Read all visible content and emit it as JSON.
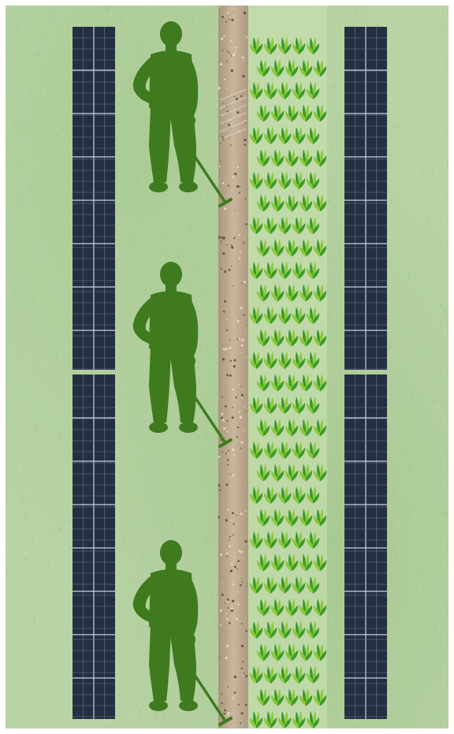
{
  "scene": {
    "colors": {
      "grass_base": "#b8d3a4",
      "grass_dark": "#8fb57a",
      "panel": "#252f42",
      "panel_grid": "#6d7b92",
      "worker": "#3f7a1f",
      "path": "#bba98f",
      "crop_light": "#8cc83a",
      "crop_dark": "#3a9a2a",
      "crop_bed": "#cde3b6"
    },
    "elements": {
      "solar_panel_rows": 2,
      "panels_per_row": 2,
      "workers_with_rakes": 3,
      "dirt_path": 1,
      "crop_columns": 5,
      "crop_rows": 31
    },
    "icons": [
      "solar-panel-icon",
      "worker-silhouette-icon",
      "rake-icon",
      "seedling-icon"
    ]
  }
}
